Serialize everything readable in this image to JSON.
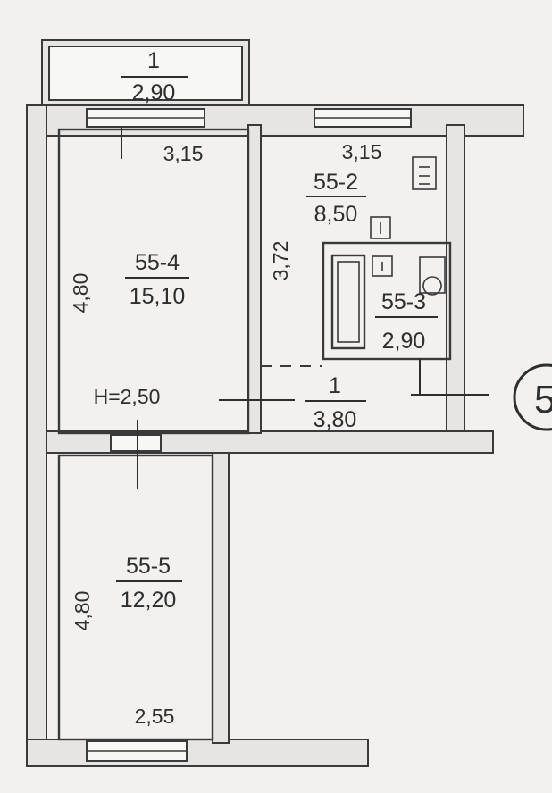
{
  "plan": {
    "rooms": [
      {
        "id": "balcony",
        "number": "1",
        "area": "2,90"
      },
      {
        "id": "kitchen",
        "number": "55-2",
        "area": "8,50"
      },
      {
        "id": "living",
        "number": "55-4",
        "area": "15,10"
      },
      {
        "id": "bathroom",
        "number": "55-3",
        "area": "2,90"
      },
      {
        "id": "corridor",
        "number": "1",
        "area": "3,80"
      },
      {
        "id": "bedroom",
        "number": "55-5",
        "area": "12,20"
      }
    ],
    "dimensions": {
      "living_width": "3,15",
      "kitchen_width": "3,15",
      "kitchen_depth": "3,72",
      "living_depth": "4,80",
      "bedroom_depth": "4,80",
      "bedroom_width": "2,55"
    },
    "ceiling_height": "H=2,50",
    "section_marker": "5"
  }
}
